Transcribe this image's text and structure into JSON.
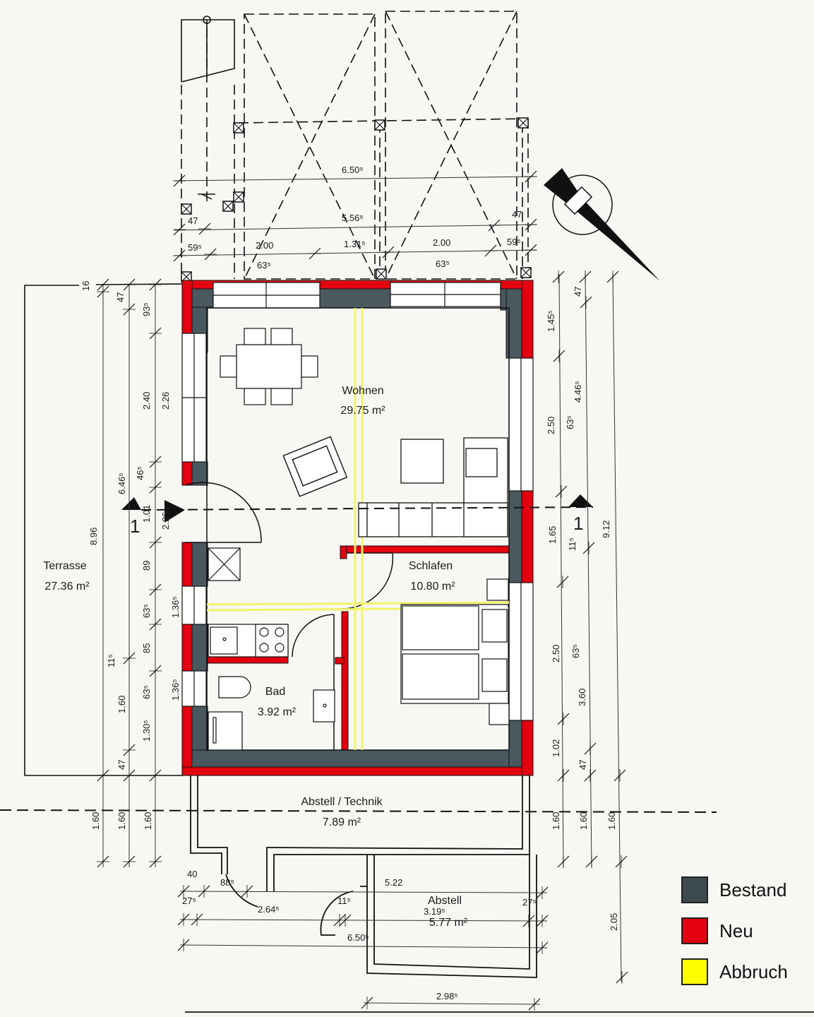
{
  "plan": {
    "rooms": [
      {
        "name": "Wohnen",
        "area": "29.75 m²"
      },
      {
        "name": "Schlafen",
        "area": "10.80 m²"
      },
      {
        "name": "Bad",
        "area": "3.92 m²"
      },
      {
        "name": "Terrasse",
        "area": "27.36 m²"
      },
      {
        "name": "Abstell / Technik",
        "area": "7.89 m²"
      },
      {
        "name": "Abstell",
        "area": "5.77 m²"
      }
    ],
    "section_marker": "1",
    "dims_top": {
      "total_outer": "6.50⁵",
      "inner": "5.56⁵",
      "left_47": "47",
      "right_47": "47",
      "left_59": "59⁵",
      "right_59": "59⁵",
      "win1": "2.00",
      "mid": "1.31⁵",
      "win2": "2.00",
      "sill1": "63⁵",
      "sill2": "63⁵"
    },
    "dims_left": {
      "d16": "16",
      "d47_top": "47",
      "d93": "93⁵",
      "d240": "2.40",
      "d226": "2.26",
      "d646": "6.46⁵",
      "d46": "46⁵",
      "d101": "1.01",
      "d226b": "2.26",
      "d896": "8.96",
      "d89": "89",
      "d63a": "63⁵",
      "d136a": "1.36⁵",
      "d85": "85",
      "d11": "11⁵",
      "d63b": "63⁵",
      "d136b": "1.36⁵",
      "d160": "1.60",
      "d130": "1.30⁵",
      "d47_bot": "47",
      "d160_a": "1.60",
      "d160_b": "1.60",
      "d160_c": "1.60"
    },
    "dims_right": {
      "d145": "1.45⁵",
      "d47_top": "47",
      "d446": "4.46⁵",
      "d250a": "2.50",
      "d63a": "63⁵",
      "d165": "1.65",
      "d11": "11⁵",
      "d912": "9.12",
      "d250b": "2.50",
      "d63b": "63⁵",
      "d360": "3.60",
      "d102": "1.02",
      "d47_bot": "47",
      "d160_a": "1.60",
      "d160_b": "1.60",
      "d160_c": "1.60",
      "d205": "2.05"
    },
    "dims_bottom": {
      "d40": "40",
      "d88": "88⁵",
      "d27a": "27⁵",
      "d264": "2.64⁵",
      "d11": "11⁵",
      "d522": "5.22",
      "d319": "3.19⁵",
      "d27b": "27⁵",
      "d650": "6.50⁵",
      "d298": "2.98⁵"
    }
  },
  "legend": {
    "items": [
      {
        "label": "Bestand",
        "color": "#3d4a50"
      },
      {
        "label": "Neu",
        "color": "#e3000f"
      },
      {
        "label": "Abbruch",
        "color": "#ffff00"
      }
    ]
  },
  "colors": {
    "bestand": "#4a5860",
    "neu": "#e3000f",
    "abbruch": "#f4f36a"
  }
}
